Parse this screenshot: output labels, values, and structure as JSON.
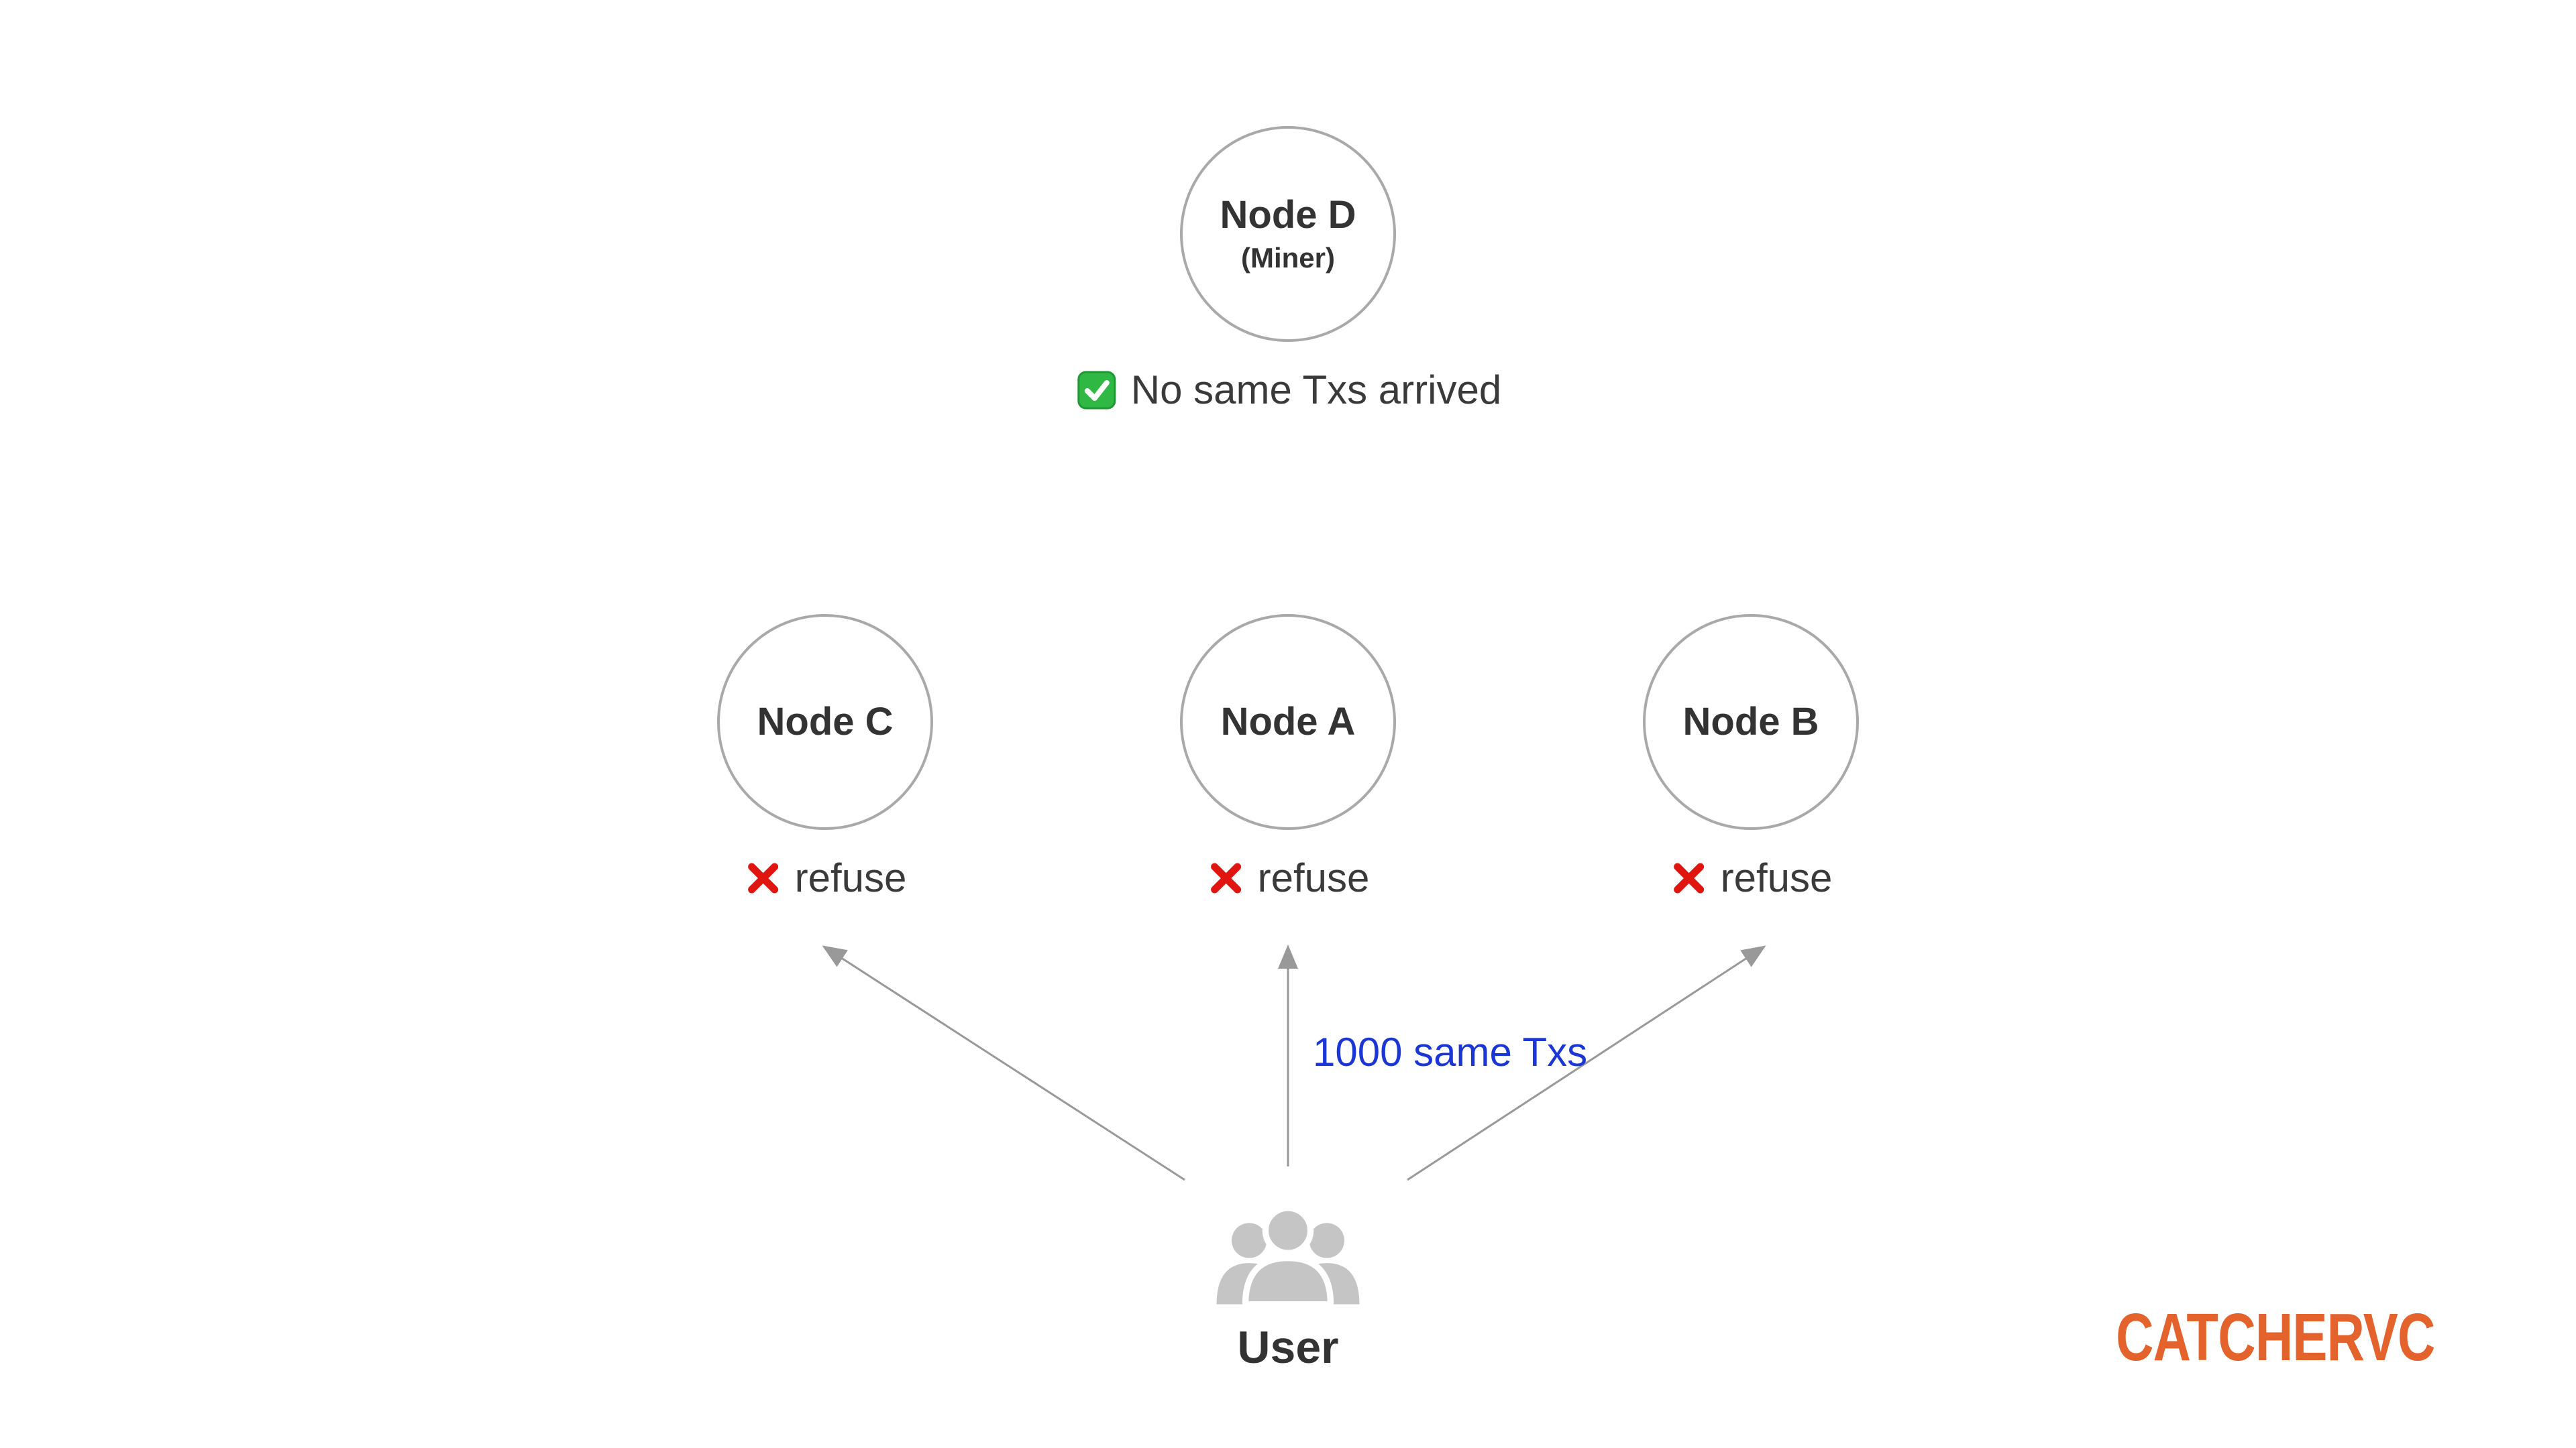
{
  "colors": {
    "background": "#FFFFFF",
    "text_dark": "#3A3A3A",
    "node_border_gray": "#A9A9A9",
    "arrow_gray": "#999999",
    "check_green": "#2FB944",
    "cross_red": "#E0150F",
    "edge_label_blue": "#1B36D6",
    "user_icon_gray": "#C5C5C5",
    "logo_orange": "#E4622B"
  },
  "miner_node": {
    "label": "Node D",
    "sublabel": "(Miner)",
    "status_icon": "check-icon",
    "status": "No same Txs arrived"
  },
  "middle_nodes": [
    {
      "label": "Node C",
      "status_icon": "cross-icon",
      "status": "refuse"
    },
    {
      "label": "Node A",
      "status_icon": "cross-icon",
      "status": "refuse"
    },
    {
      "label": "Node B",
      "status_icon": "cross-icon",
      "status": "refuse"
    }
  ],
  "edges": {
    "label": "1000 same Txs",
    "arrows": [
      "user-to-node-c",
      "user-to-node-a",
      "user-to-node-b"
    ]
  },
  "user": {
    "icon": "users-group-icon",
    "label": "User"
  },
  "logo": {
    "text": "CATCHERVC"
  }
}
